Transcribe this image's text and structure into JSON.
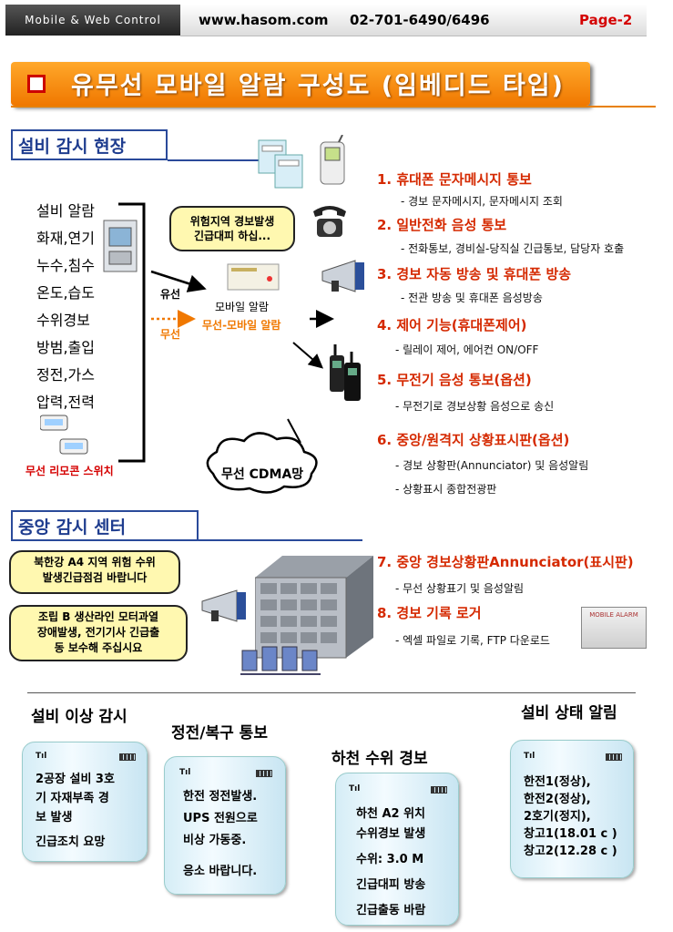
{
  "header": {
    "left": "Mobile & Web Control",
    "site": "www.hasom.com",
    "phone": "02-701-6490/6496",
    "page": "Page-2"
  },
  "banner": {
    "title": "유무선 모바일 알람 구성도 (임베디드 타입)"
  },
  "section1": {
    "title": "설비 감시 현장"
  },
  "equipment": [
    "설비 알람",
    "화재,연기",
    "누수,침수",
    "온도,습도",
    "수위경보",
    "방범,출입",
    "정전,가스",
    "압력,전력"
  ],
  "remote_label": "무선 리모콘 스위치",
  "bubble_top": {
    "line1": "위험지역 경보발생",
    "line2": "긴급대피 하십...",
    "icon": "speech-bubble-icon"
  },
  "wired_label": "유선",
  "wireless_label": "무선",
  "device_label": "모바일 알람",
  "wireless_device_label": "무선-모바일 알람",
  "cdma_label": "무선 CDMA망",
  "items": [
    {
      "title": "1. 휴대폰 문자메시지 통보",
      "sub": "- 경보 문자메시지, 문자메시지 조회"
    },
    {
      "title": "2. 일반전화 음성 통보",
      "sub": "- 전화통보, 경비실-당직실 긴급통보, 담당자 호출"
    },
    {
      "title": "3. 경보 자동 방송 및 휴대폰 방송",
      "sub": "- 전관 방송 및 휴대폰 음성방송"
    },
    {
      "title": "4. 제어 기능(휴대폰제어)",
      "sub": "- 릴레이 제어, 에어컨 ON/OFF"
    },
    {
      "title": "5. 무전기 음성 통보(옵션)",
      "sub": "- 무전기로 경보상황 음성으로 송신"
    },
    {
      "title": "6. 중앙/원격지 상황표시판(옵션)",
      "sub": "- 경보 상황판(Annunciator) 및 음성알림",
      "sub2": "- 상황표시 종합전광판"
    }
  ],
  "section2": {
    "title": "중앙 감시 센터"
  },
  "bubble_mid": {
    "line1": "북한강 A4 지역 위험 수위",
    "line2": "발생긴급점검 바랍니다"
  },
  "bubble_low": {
    "line1": "조립 B 생산라인 모터과열",
    "line2": "장애발생, 전기기사 긴급출",
    "line3": "동 보수해 주십시요"
  },
  "items2": [
    {
      "title": "7. 중앙 경보상황판Annunciator(표시판)",
      "sub": "- 무선 상황표기 및 음성알림"
    },
    {
      "title": "8. 경보 기록 로거",
      "sub": "- 엑셀 파일로 기록, FTP 다운로드"
    }
  ],
  "logger_label": "MOBILE ALARM",
  "bottom": {
    "t1": "설비 이상 감시",
    "t2": "정전/복구 통보",
    "t3": "하천 수위 경보",
    "t4": "설비 상태 알림",
    "signal": "Tıl",
    "p1": [
      "2공장 설비 3호",
      "기 자재부족 경",
      "보 발생",
      "긴급조치 요망"
    ],
    "p2": [
      "한전 정전발생.",
      "UPS 전원으로",
      "비상 가동중.",
      "응소 바랍니다."
    ],
    "p3": [
      "하천 A2 위치",
      "수위경보 발생",
      "수위: 3.0 M",
      "긴급대피 방송",
      "긴급출동 바람"
    ],
    "p4": [
      "한전1(정상),",
      "한전2(정상),",
      "2호기(정지),",
      "창고1(18.01 c )",
      "창고2(12.28 c )"
    ]
  }
}
